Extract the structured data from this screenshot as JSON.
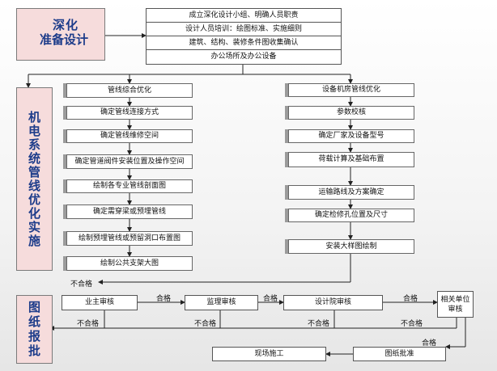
{
  "phases": {
    "deepening": {
      "line1": "深化",
      "line2": "准备设计"
    },
    "electromech": "机电系统管线优化实施",
    "drawing_review": "图纸报批"
  },
  "top_steps": [
    "成立深化设计小组、明确人员职责",
    "设计人员培训：绘图标准、实施细则",
    "建筑、结构、装修条件图收集确认",
    "办公场所及办公设备"
  ],
  "left_steps": [
    "管线综合优化",
    "确定管线连接方式",
    "确定管线维修空间",
    "确定管道阀件安装位置及操作空间",
    "绘制各专业管线剖面图",
    "确定需穿梁或预埋管线",
    "绘制预埋管线或预留洞口布置图",
    "绘制公共支架大图"
  ],
  "right_steps": [
    "设备机房管线优化",
    "参数校核",
    "确定厂家及设备型号",
    "荷载计算及基础布置",
    "运输路线及方案确定",
    "确定检修孔位置及尺寸",
    "安装大样图绘制"
  ],
  "review": {
    "owner": "业主审核",
    "supervisor": "监理审核",
    "design_institute": "设计院审核",
    "related_units": "相关单位审核",
    "drawing_approval": "图纸批准",
    "site_construction": "现场施工"
  },
  "labels": {
    "pass": "合格",
    "fail": "不合格"
  }
}
